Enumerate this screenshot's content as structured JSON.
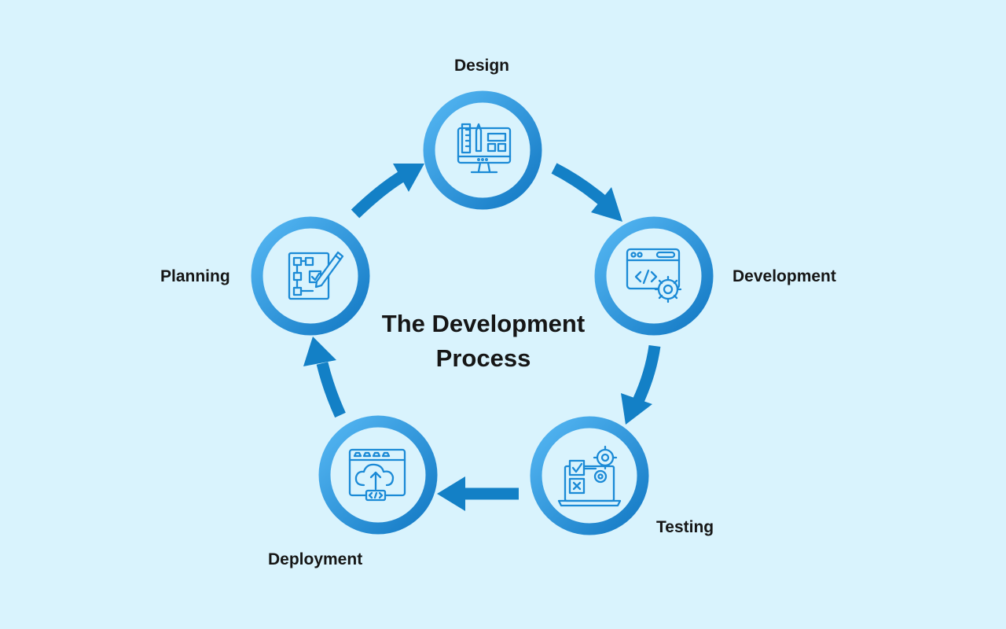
{
  "diagram": {
    "title_line1": "The Development",
    "title_line2": "Process",
    "stages": [
      {
        "label": "Design",
        "icon": "design-monitor-icon"
      },
      {
        "label": "Development",
        "icon": "code-window-gear-icon"
      },
      {
        "label": "Testing",
        "icon": "checklist-gears-icon"
      },
      {
        "label": "Deployment",
        "icon": "cloud-upload-window-icon"
      },
      {
        "label": "Planning",
        "icon": "flowchart-pencil-icon"
      }
    ],
    "colors": {
      "background": "#d9f3fd",
      "ring_outer": "#1a86d1",
      "ring_inner": "#49aef0",
      "arrow": "#1380c6",
      "icon_stroke": "#1b8ad6",
      "text": "#161616"
    }
  }
}
